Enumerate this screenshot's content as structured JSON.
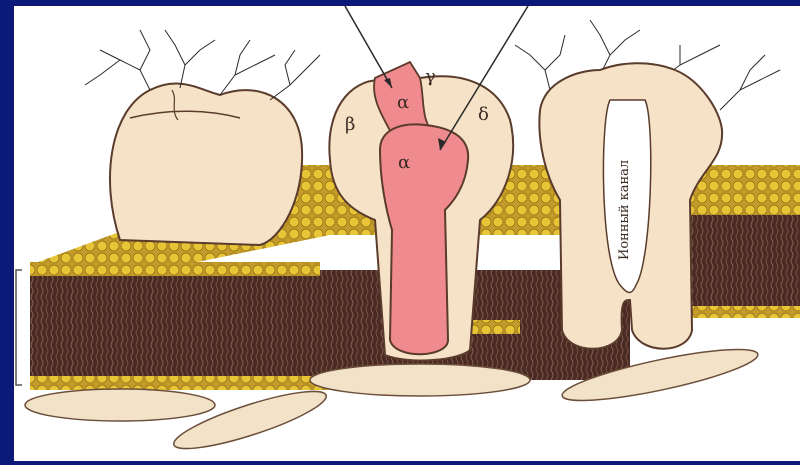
{
  "labels": {
    "alpha_top": "α",
    "alpha_main": "α",
    "beta": "β",
    "gamma": "γ",
    "delta": "δ",
    "ion_channel": "Ионный канал"
  },
  "colors": {
    "background_frame": "#0b1a78",
    "image_background": "#ffffff",
    "protein_fill": "#f6e3c7",
    "alpha_subunit": "#ef8a8e",
    "lipid_head": "#e8c437",
    "lipid_tail": "#4a2a22",
    "outline": "#5a3b2c"
  }
}
